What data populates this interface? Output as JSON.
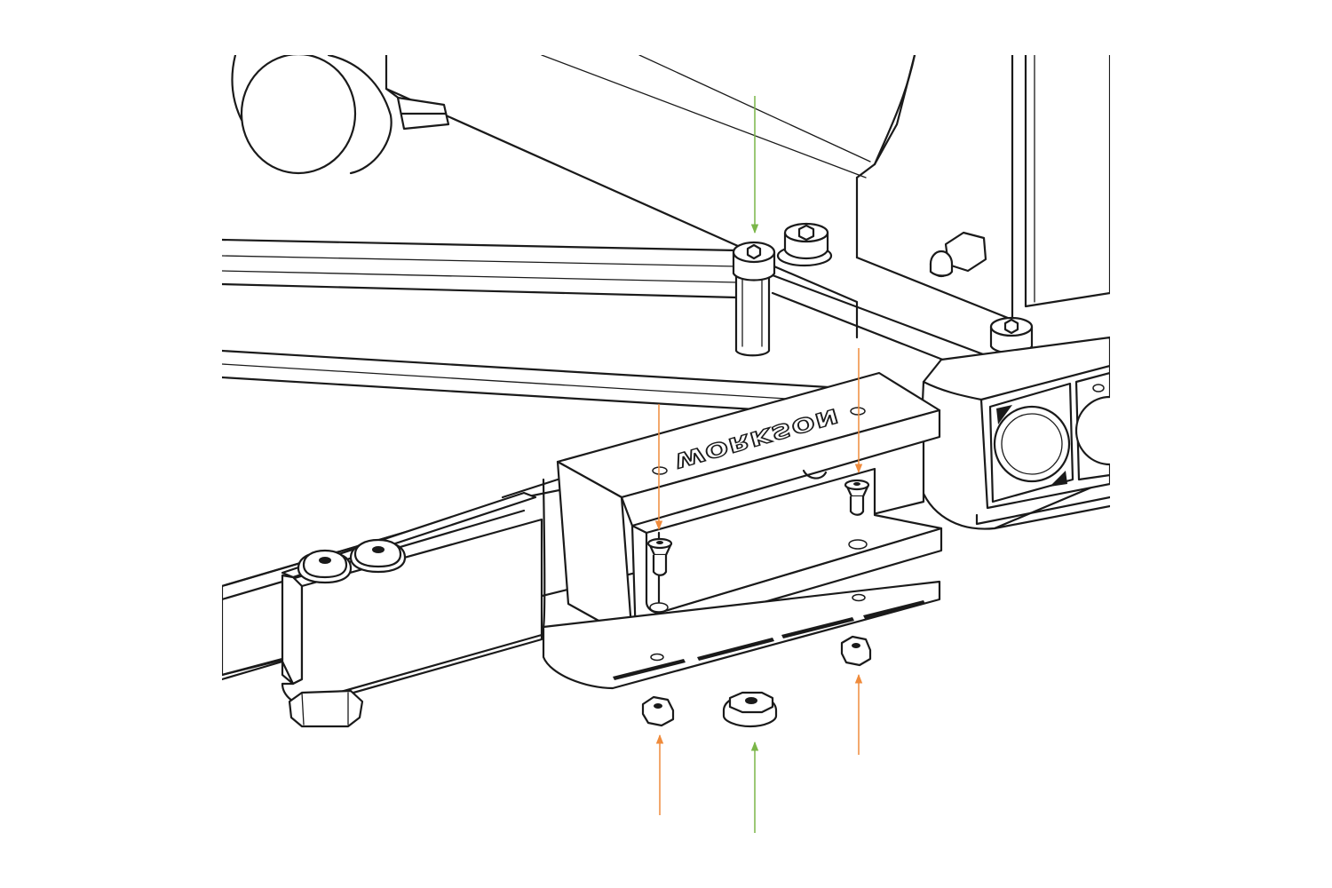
{
  "brand_logo_text": "WORKSON",
  "colors": {
    "background": "#ffffff",
    "line_art": "#1a1a1a",
    "bolt_arrow": "#7ab648",
    "screw_arrow": "#ef8b3c"
  },
  "arrows": [
    {
      "name": "green-arrow-top-bolt",
      "color": "bolt_arrow",
      "direction": "down"
    },
    {
      "name": "orange-arrow-left-screw",
      "color": "screw_arrow",
      "direction": "down"
    },
    {
      "name": "orange-arrow-right-screw",
      "color": "screw_arrow",
      "direction": "down"
    },
    {
      "name": "orange-arrow-left-nut",
      "color": "screw_arrow",
      "direction": "up"
    },
    {
      "name": "green-arrow-flange-nut",
      "color": "bolt_arrow",
      "direction": "up"
    },
    {
      "name": "orange-arrow-right-nut",
      "color": "screw_arrow",
      "direction": "up"
    }
  ]
}
